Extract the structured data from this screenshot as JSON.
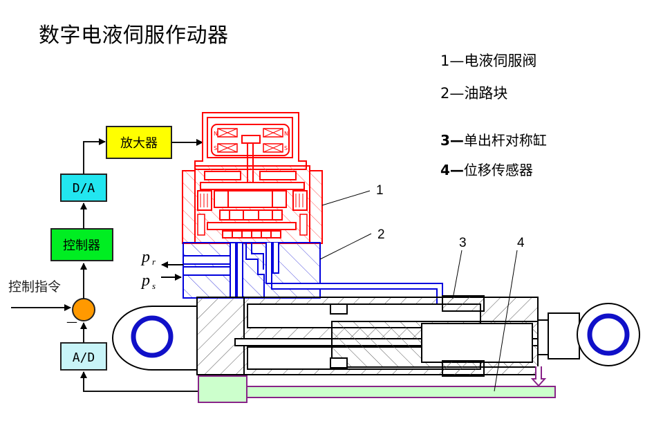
{
  "title": "数字电液伺服作动器",
  "legend": [
    {
      "num": "1",
      "sep": "—",
      "label": "电液伺服阀",
      "bold": false
    },
    {
      "num": "2",
      "sep": "—",
      "label": "油路块",
      "bold": false
    },
    {
      "num": "3",
      "sep": "—",
      "label": "单出杆对称缸",
      "bold": true
    },
    {
      "num": "4",
      "sep": "—",
      "label": "位移传感器",
      "bold": true
    }
  ],
  "blocks": {
    "amplifier": {
      "label": "放大器",
      "color": "#ffff00"
    },
    "da": {
      "label": "D/A",
      "color": "#22e6f0"
    },
    "controller": {
      "label": "控制器",
      "color": "#00ee22"
    },
    "ad": {
      "label": "A/D",
      "color": "#c8f4f8"
    },
    "summing_junction": {
      "color": "#ff9900",
      "minus_sign": "—"
    }
  },
  "input_label": "控制指令",
  "ports": {
    "return": {
      "symbol": "p",
      "subscript": "r"
    },
    "supply": {
      "symbol": "p",
      "subscript": "s"
    }
  },
  "callouts": [
    "1",
    "2",
    "3",
    "4"
  ],
  "colors": {
    "servo_valve": "#ff0000",
    "manifold": "#0000dd",
    "cylinder": "#000000",
    "sensor_fill": "#ccffcc",
    "sensor_stroke": "#882288",
    "pin_ring": "#1010c8"
  }
}
